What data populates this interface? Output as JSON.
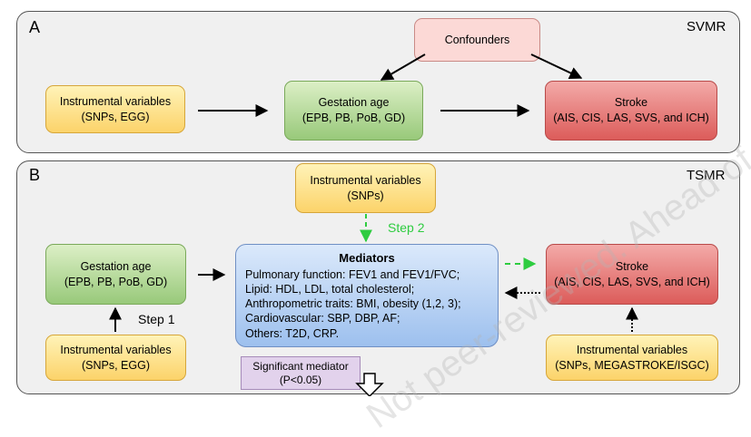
{
  "panel_a": {
    "letter": "A",
    "method": "SVMR",
    "confounders": "Confounders",
    "instrumental": {
      "line1": "Instrumental variables",
      "line2": "(SNPs, EGG)"
    },
    "gestation": {
      "line1": "Gestation age",
      "line2": "(EPB, PB, PoB, GD)"
    },
    "stroke": {
      "line1": "Stroke",
      "line2": "(AIS, CIS, LAS, SVS, and ICH)"
    }
  },
  "panel_b": {
    "letter": "B",
    "method": "TSMR",
    "instrumental_top": {
      "line1": "Instrumental variables",
      "line2": "(SNPs)"
    },
    "step2": "Step 2",
    "step1": "Step 1",
    "gestation": {
      "line1": "Gestation age",
      "line2": "(EPB, PB, PoB, GD)"
    },
    "mediators": {
      "title": "Mediators",
      "items": [
        "Pulmonary function: FEV1 and FEV1/FVC;",
        "Lipid: HDL, LDL, total cholesterol;",
        "Anthropometric traits: BMI, obesity (1,2, 3);",
        "Cardiovascular: SBP, DBP, AF;",
        "Others: T2D, CRP."
      ]
    },
    "stroke": {
      "line1": "Stroke",
      "line2": "(AIS, CIS, LAS, SVS, and ICH)"
    },
    "instrumental_left": {
      "line1": "Instrumental variables",
      "line2": "(SNPs, EGG)"
    },
    "instrumental_right": {
      "line1": "Instrumental variables",
      "line2": "(SNPs, MEGASTROKE/ISGC)"
    },
    "significant": {
      "line1": "Significant mediator",
      "line2": "(P<0.05)"
    }
  },
  "watermark": "Not peer-reviewed. Ahead of print",
  "colors": {
    "step_green": "#2ecc40",
    "yellow_box": "#fcd36a",
    "green_box": "#98c97a",
    "red_box": "#dc5c5a",
    "blue_box": "#9dc0ee"
  }
}
